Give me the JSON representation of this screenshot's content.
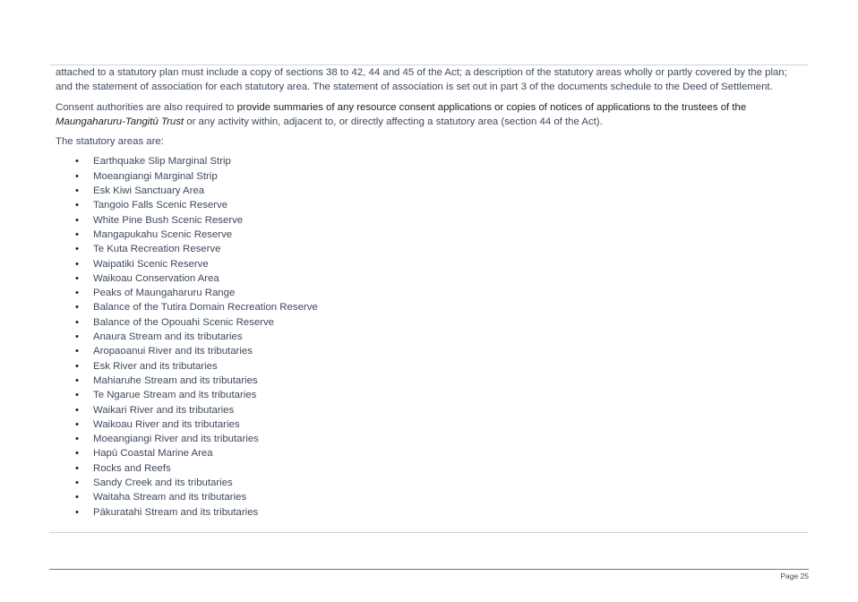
{
  "paragraphs": {
    "p1": "attached to a statutory plan must include a copy of sections 38 to 42, 44 and 45 of the Act; a description of the statutory areas wholly or partly covered by the plan; and the statement of association for each statutory area. The statement of association is set out in part 3 of the documents schedule to the Deed of Settlement.",
    "p2": {
      "a": "Consent authorities are also required to ",
      "b": "provide summaries of any resource consent applications or copies of notices of applications to the trustees of the ",
      "c": "Maungaharuru-Tangitū Trust",
      "d": " or any activity within, adjacent to, or directly affecting a statutory area (section 44 of the Act)."
    },
    "p3": "The statutory areas are:"
  },
  "bullet_glyph": "•",
  "statutory_areas": [
    "Earthquake Slip Marginal Strip",
    "Moeangiangi Marginal Strip",
    "Esk Kiwi Sanctuary Area",
    "Tangoio Falls Scenic Reserve",
    "White Pine Bush Scenic Reserve",
    "Mangapukahu Scenic Reserve",
    "Te Kuta Recreation Reserve",
    "Waipatiki Scenic Reserve",
    "Waikoau Conservation Area",
    "Peaks of Maungaharuru Range",
    "Balance of the Tutira Domain Recreation Reserve",
    "Balance of the Opouahi Scenic Reserve",
    "Anaura Stream and its tributaries",
    "Aropaoanui River and its tributaries",
    "Esk River and its tributaries",
    "Mahiaruhe Stream and its tributaries",
    "Te Ngarue Stream and its tributaries",
    "Waikari River and its tributaries",
    "Waikoau River and its tributaries",
    "Moeangiangi River and its tributaries",
    "Hapū Coastal Marine Area",
    "Rocks and Reefs",
    "Sandy Creek and its tributaries",
    "Waitaha Stream and its tributaries",
    "Pākuratahi Stream and its tributaries"
  ],
  "footer": {
    "page": "Page 25"
  }
}
